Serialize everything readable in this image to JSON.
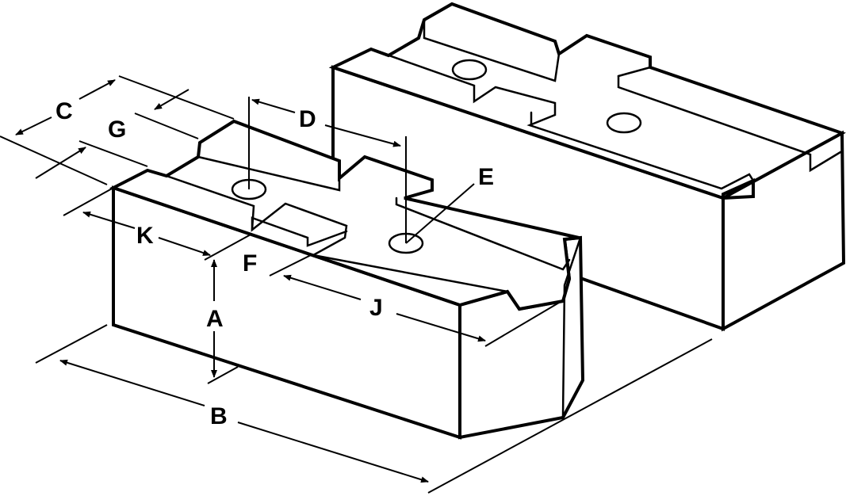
{
  "labels": {
    "a": "A",
    "b": "B",
    "c": "C",
    "d": "D",
    "e": "E",
    "f": "F",
    "g": "G",
    "j": "J",
    "k": "K"
  },
  "icons": {
    "arrowhead": "arrowhead-icon"
  },
  "colors": {
    "stroke": "#000000",
    "background": "#ffffff"
  }
}
